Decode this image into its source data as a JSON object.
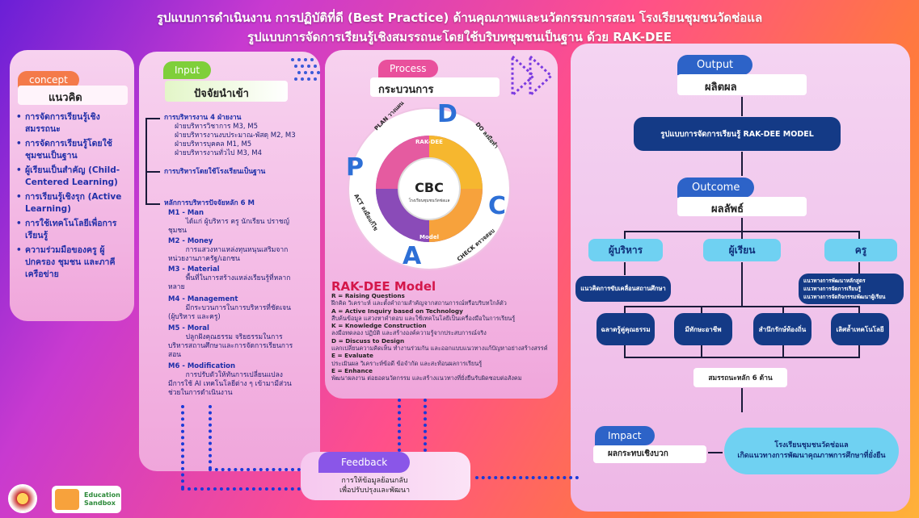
{
  "header": {
    "title_line1": "รูปแบบการดำเนินงาน การปฏิบัติที่ดี (Best Practice) ด้านคุณภาพและนวัตกรรมการสอน โรงเรียนชุมชนวัดช่อแล",
    "title_line2": "รูปแบบการจัดการเรียนรู้เชิงสมรรถนะโดยใช้บริบทชุมชนเป็นฐาน ด้วย RAK-DEE"
  },
  "concept": {
    "tag": "concept",
    "heading": "แนวคิด",
    "items": [
      "การจัดการเรียนรู้เชิงสมรรถนะ",
      "การจัดการเรียนรู้โดยใช้ชุมชนเป็นฐาน",
      "ผู้เรียนเป็นสำคัญ (Child-Centered Learning)",
      "การเรียนรู้เชิงรุก (Active Learning)",
      "การใช้เทคโนโลยีเพื่อการเรียนรู้",
      "ความร่วมมือของครู ผู้ปกครอง ชุมชน และภาคีเครือข่าย"
    ]
  },
  "input": {
    "tag": "Input",
    "heading": "ปัจจัยนำเข้า",
    "sec1_title": "การบริหารงาน 4 ฝ่ายงาน",
    "sec1_lines": "ฝ่ายบริหารวิชาการ M3, M5\nฝ่ายบริหารงานงบประมาณ-พัสดุ M2, M3\nฝ่ายบริหารบุคคล M1, M5\nฝ่ายบริหารงานทั่วไป M3, M4",
    "sec2_title": "การบริหารโดยใช้โรงเรียนเป็นฐาน",
    "sec3_title": "หลักการบริหารปัจจัยหลัก 6 M",
    "m1_t": "M1 - Man",
    "m1_d": "        ได้แก่ ผู้บริหาร ครู นักเรียน ปราชญ์\nชุมชน",
    "m2_t": "M2 - Money",
    "m2_d": "        การแสวงหาแหล่งทุนหนุนเสริมจาก\nหน่วยงานภาครัฐ/เอกชน",
    "m3_t": "M3 - Material",
    "m3_d": "        พื้นที่ในการสร้างแหล่งเรียนรู้ที่หลาก\nหลาย",
    "m4_t": "M4 - Management",
    "m4_d": "        มีกระบวนการในการบริหารที่ชัดเจน\n(ผู้บริหาร และครู)",
    "m5_t": "M5 - Moral",
    "m5_d": "        ปลูกฝังคุณธรรม จริยธรรมในการ\nบริหารสถานศึกษาและการจัดการเรียนการ\nสอน",
    "m6_t": "M6 - Modification",
    "m6_d": "        การปรับตัวให้ทันการเปลี่ยนแปลง\nมีการใช้ AI เทคโนโลยีต่าง ๆ เข้ามามีส่วน\nช่วยในการดำเนินงาน"
  },
  "process": {
    "tag": "Process",
    "heading": "กระบวนการ",
    "cycle": {
      "letters": [
        "P",
        "D",
        "C",
        "A"
      ],
      "labels": [
        "PLAN วางแผน",
        "DO ลงมือทำ",
        "CHECK ตรวจสอบ",
        "ACT ลงมือแก้ไข"
      ],
      "ring_top": "RAK-DEE",
      "ring_bottom": "Model",
      "center": "CBC",
      "center_sub": "โรงเรียนชุมชนวัดช่อแล"
    },
    "rak_title": "RAK-DEE Model",
    "rak": [
      {
        "k": "R = Raising Questions",
        "d": "ฝึกคิด วิเคราะห์ และตั้งคำถามสำคัญจากสถานการณ์หรือบริบทใกล้ตัว"
      },
      {
        "k": "A = Active Inquiry based on Technology",
        "d": "สืบค้นข้อมูล แสวงหาคำตอบ และใช้เทคโนโลยีเป็นเครื่องมือในการเรียนรู้"
      },
      {
        "k": "K = Knowledge Construction",
        "d": "ลงมือทดลอง ปฏิบัติ และสร้างองค์ความรู้จากประสบการณ์จริง"
      },
      {
        "k": "D = Discuss to Design",
        "d": "แลกเปลี่ยนความคิดเห็น ทำงานร่วมกัน และออกแบบแนวทางแก้ปัญหาอย่างสร้างสรรค์"
      },
      {
        "k": "E = Evaluate",
        "d": "ประเมินผล วิเคราะห์ข้อดี ข้อจำกัด และสะท้อนผลการเรียนรู้"
      },
      {
        "k": "E = Enhance",
        "d": "พัฒนาผลงาน ต่อยอดนวัตกรรม และสร้างแนวทางที่ยั่งยืนรับผิดชอบต่อสังคม"
      }
    ]
  },
  "output": {
    "tag": "Output",
    "heading": "ผลิตผล",
    "model": "รูปแบบการจัดการเรียนรู้ RAK-DEE MODEL",
    "outcome_tag": "Outcome",
    "outcome_heading": "ผลลัพธ์",
    "groups": [
      "ผู้บริหาร",
      "ผู้เรียน",
      "ครู"
    ],
    "admin_result": "แนวคิดการขับเคลื่อนสถานศึกษา",
    "teacher_results": [
      "แนวทางการพัฒนาหลักสูตร",
      "แนวทางการจัดการเรียนรู้",
      "แนวทางการจัดกิจกรรมพัฒนาผู้เรียน"
    ],
    "student_results": [
      "ฉลาดรู้คู่คุณธรรม",
      "มีทักษะอาชีพ",
      "สำนึกรักษ์ท้องถิ่น",
      "เลิศล้ำเทคโนโลยี"
    ],
    "competency": "สมรรถนะหลัก 6 ด้าน",
    "impact_tag": "Impact",
    "impact_heading": "ผลกระทบเชิงบวก",
    "impact_result": "โรงเรียนชุมชนวัดช่อแล\nเกิดแนวทางการพัฒนาคุณภาพการศึกษาที่ยั่งยืน"
  },
  "feedback": {
    "tag": "Feedback",
    "text": "การให้ข้อมูลย้อนกลับ\nเพื่อปรับปรุงและพัฒนา"
  },
  "logo": {
    "brand": "Education\nSandbox"
  },
  "colors": {
    "tag_orange": "#f47a4a",
    "tag_green": "#7fcf3a",
    "tag_pink": "#e9509c",
    "tag_blue": "#2d63c8",
    "navy": "#143a86",
    "sky": "#6fd1f2"
  }
}
